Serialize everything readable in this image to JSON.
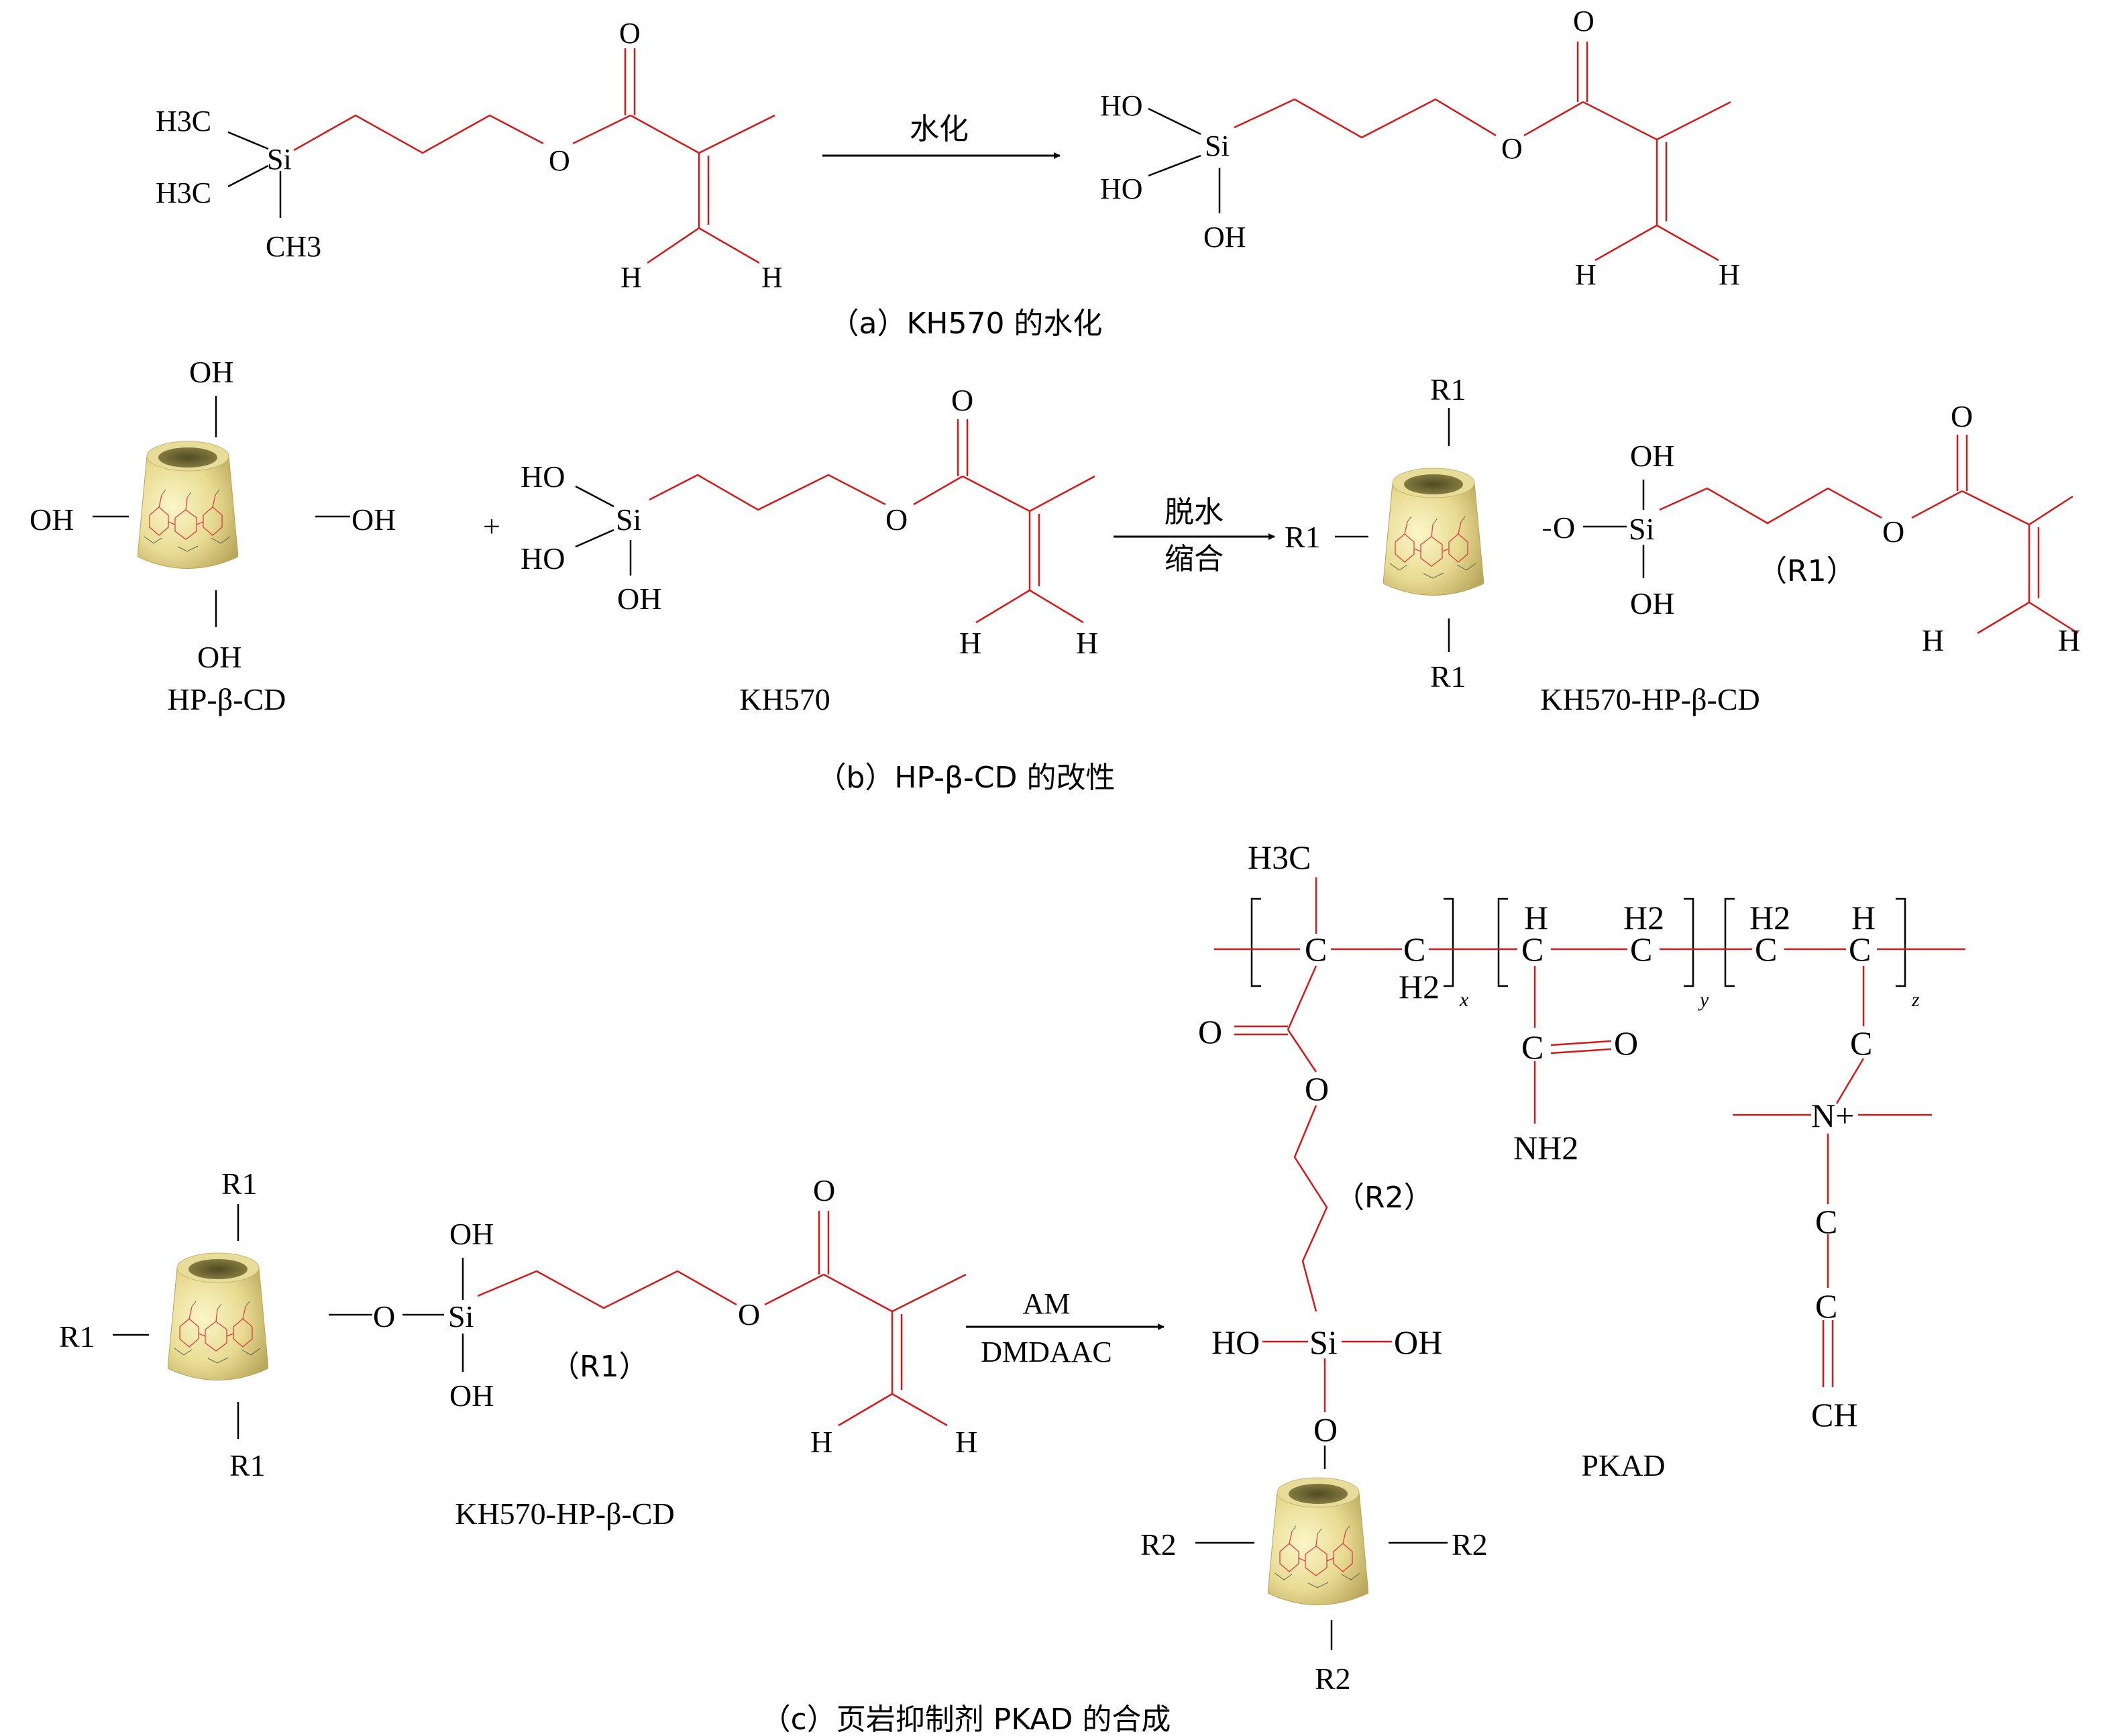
{
  "panel_a": {
    "caption": "（a）KH570 的水化",
    "arrow_label": "水化",
    "reactant": {
      "me1": "H3C",
      "me2": "H3C",
      "me3": "CH3",
      "si": "Si",
      "o_ester": "O",
      "o_carbonyl": "O",
      "h1": "H",
      "h2": "H"
    },
    "product": {
      "oh1": "HO",
      "oh2": "HO",
      "oh3": "OH",
      "si": "Si",
      "o_ester": "O",
      "o_carbonyl": "O",
      "h1": "H",
      "h2": "H"
    }
  },
  "panel_b": {
    "caption": "（b）HP-β-CD 的改性",
    "hpbcd": {
      "oh_top": "OH",
      "oh_left": "OH",
      "oh_right": "OH",
      "oh_bottom": "OH",
      "name": "HP-β-CD"
    },
    "plus": "+",
    "kh570": {
      "oh1": "HO",
      "oh2": "HO",
      "oh3": "OH",
      "si": "Si",
      "o_ester": "O",
      "o_carbonyl": "O",
      "h1": "H",
      "h2": "H",
      "name": "KH570"
    },
    "arrow_label_1": "脱水",
    "arrow_label_2": "缩合",
    "product": {
      "r_top": "R1",
      "r_left": "R1",
      "r_bottom": "R1",
      "o_link": "O",
      "si": "Si",
      "oh_top": "OH",
      "oh_bottom": "OH",
      "tag": "（R1）",
      "o_ester": "O",
      "o_carbonyl": "O",
      "h1": "H",
      "h2": "H",
      "name": "KH570-HP-β-CD"
    }
  },
  "panel_c": {
    "caption": "（c）页岩抑制剂 PKAD 的合成",
    "reactant": {
      "r_top": "R1",
      "r_left": "R1",
      "r_bottom": "R1",
      "o_link": "O",
      "si": "Si",
      "oh_top": "OH",
      "oh_bottom": "OH",
      "tag": "（R1）",
      "o_ester": "O",
      "o_carbonyl": "O",
      "h1": "H",
      "h2": "H",
      "name": "KH570-HP-β-CD"
    },
    "arrow_label_1": "AM",
    "arrow_label_2": "DMDAAC",
    "polymer": {
      "h3c": "H3C",
      "c1": "C",
      "c2": "C",
      "h2_1": "H2",
      "sub_x": "x",
      "h_a": "H",
      "c3": "C",
      "h2_2": "H2",
      "c4": "C",
      "sub_y": "y",
      "h2_3": "H2",
      "c5": "C",
      "h_b": "H",
      "c6": "C",
      "sub_z": "z",
      "o_carbonyl": "O",
      "o_ester": "O",
      "tag": "（R2）",
      "ho": "HO",
      "si": "Si",
      "oh": "OH",
      "o_link": "O",
      "amide_c": "C",
      "amide_o": "O",
      "nh2": "NH2",
      "c_ch2": "C",
      "n_plus": "N+",
      "c_a": "C",
      "c_b": "C",
      "ch": "CH",
      "r2_left": "R2",
      "r2_right": "R2",
      "r2_bottom": "R2",
      "name": "PKAD"
    }
  }
}
